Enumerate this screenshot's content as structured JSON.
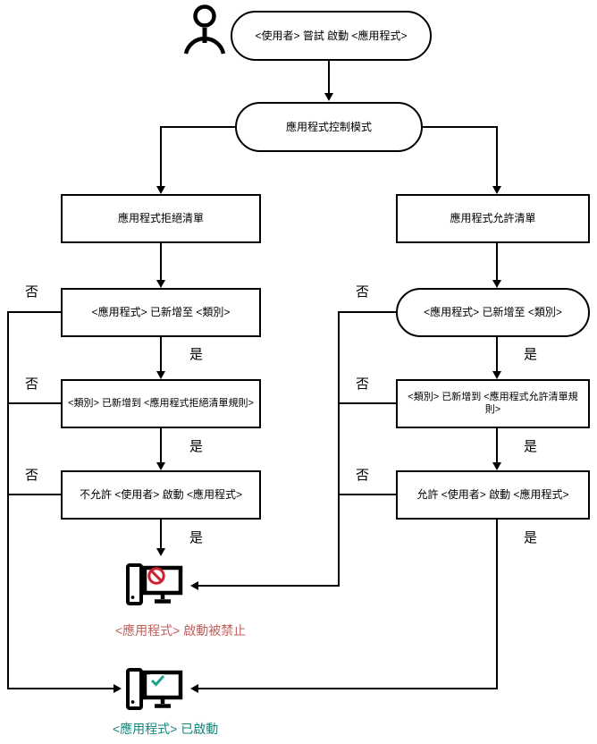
{
  "diagram": {
    "labels": {
      "yes": "是",
      "no": "否"
    },
    "colors": {
      "line": "#000000",
      "blocked_text": "#c0605c",
      "started_text": "#0f867c",
      "prohibit_sign": "#cf2030",
      "check_sign": "#1aa38d"
    },
    "nodes": {
      "start": "<使用者> 嘗試 啟動 <應用程式>",
      "mode": "應用程式控制模式",
      "denylist": "應用程式拒絕清單",
      "allowlist": "應用程式允許清單",
      "deny_app_added_to_category": "<應用程式> 已新增至 <類別>",
      "deny_category_added_to_rule": "<類別> 已新增到 <應用程式拒絕清單規則>",
      "deny_user_not_allowed": "不允許 <使用者> 啟動 <應用程式>",
      "allow_app_added_to_category": "<應用程式> 已新增至 <類別>",
      "allow_category_added_to_rule": "<類別> 已新增到 <應用程式允許清單規則>",
      "allow_user_allowed": "允許 <使用者> 啟動 <應用程式>",
      "blocked_result": "<應用程式> 啟動被禁止",
      "started_result": "<應用程式> 已啟動"
    }
  }
}
